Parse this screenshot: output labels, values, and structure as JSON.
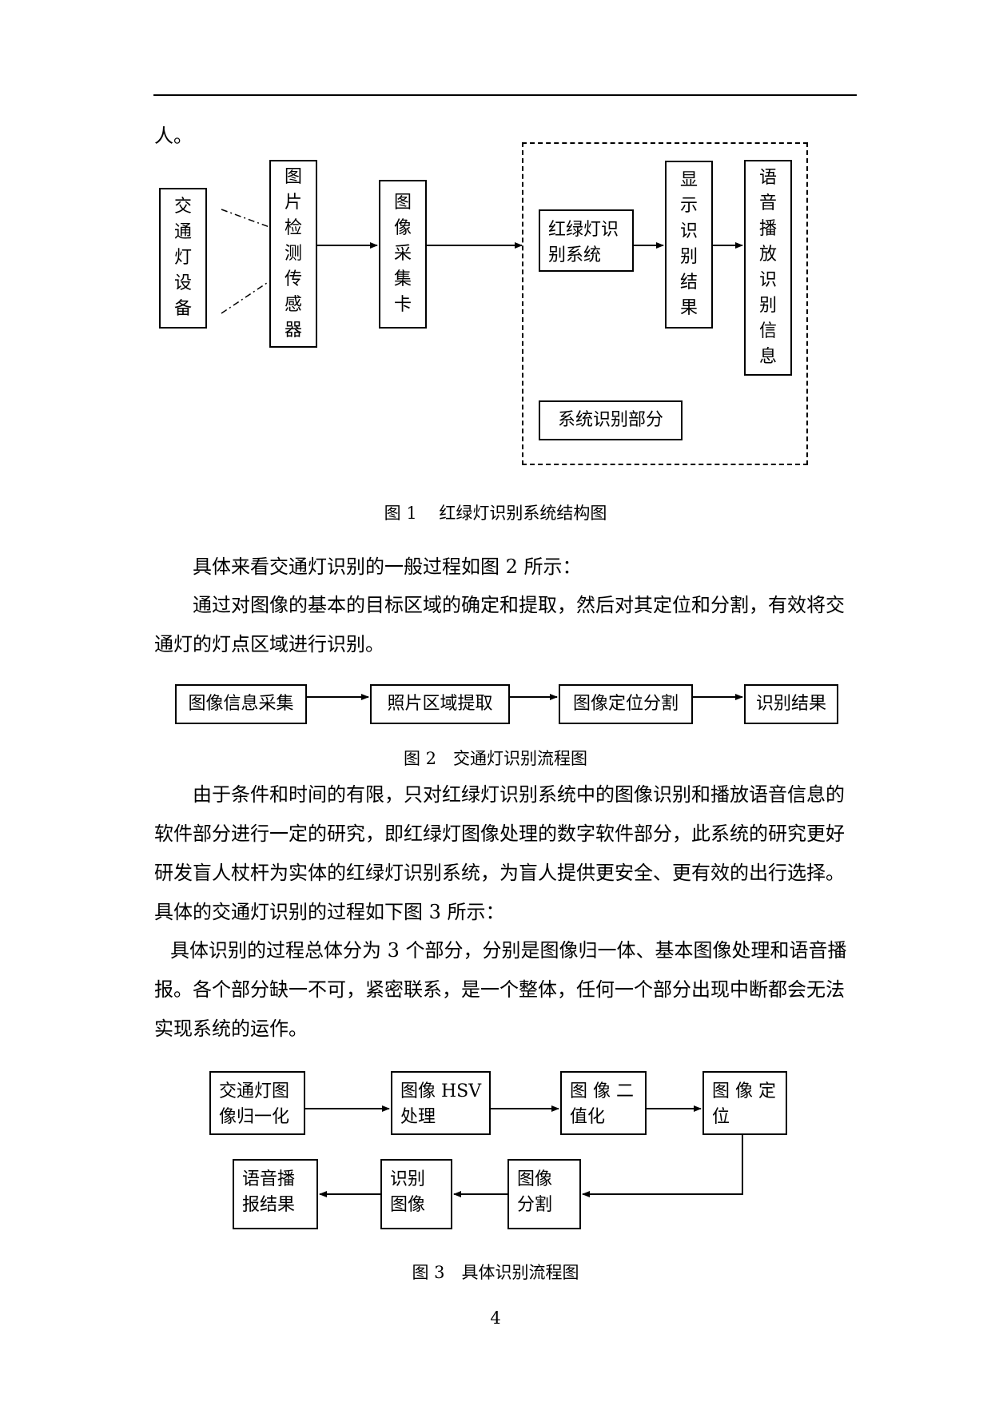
{
  "top_text": "人。",
  "fig1": {
    "traffic_light_device": [
      "交",
      "通",
      "灯",
      "设",
      "备"
    ],
    "sensor": [
      "图",
      "片",
      "检",
      "测",
      "传",
      "感",
      "器"
    ],
    "capture_card": [
      "图",
      "像",
      "采",
      "集",
      "卡"
    ],
    "recognition_system": [
      "红绿灯识",
      "别系统"
    ],
    "display_result": [
      "显",
      "示",
      "识",
      "别",
      "结",
      "果"
    ],
    "voice_info": [
      "语",
      "音",
      "播",
      "放",
      "识",
      "别",
      "信",
      "息"
    ],
    "group_label": "系统识别部分",
    "caption": "图 1　 红绿灯识别系统结构图"
  },
  "para1": "具体来看交通灯识别的一般过程如图 2 所示：",
  "para2": "通过对图像的基本的目标区域的确定和提取，然后对其定位和分割，有效将交通灯的灯点区域进行识别。",
  "fig2": {
    "steps": [
      "图像信息采集",
      "照片区域提取",
      "图像定位分割",
      "识别结果"
    ],
    "caption": "图 2　交通灯识别流程图"
  },
  "para3": "由于条件和时间的有限，只对红绿灯识别系统中的图像识别和播放语音信息的软件部分进行一定的研究，即红绿灯图像处理的数字软件部分，此系统的研究更好研发盲人杖杆为实体的红绿灯识别系统，为盲人提供更安全、更有效的出行选择。具体的交通灯识别的过程如下图 3 所示：",
  "para4": "具体识别的过程总体分为 3 个部分，分别是图像归一体、基本图像处理和语音播报。各个部分缺一不可，紧密联系，是一个整体，任何一个部分出现中断都会无法实现系统的运作。",
  "fig3": {
    "normalize": [
      "交通灯图",
      "像归一化"
    ],
    "hsv": [
      "图像 HSV",
      "处理"
    ],
    "binarize": [
      "图 像 二",
      "值化"
    ],
    "locate": [
      "图 像 定",
      "位"
    ],
    "segment": [
      "图像",
      "分割"
    ],
    "recognize": [
      "识别",
      "图像"
    ],
    "announce": [
      "语音播",
      "报结果"
    ],
    "caption": "图 3　具体识别流程图"
  },
  "page_number": "4"
}
